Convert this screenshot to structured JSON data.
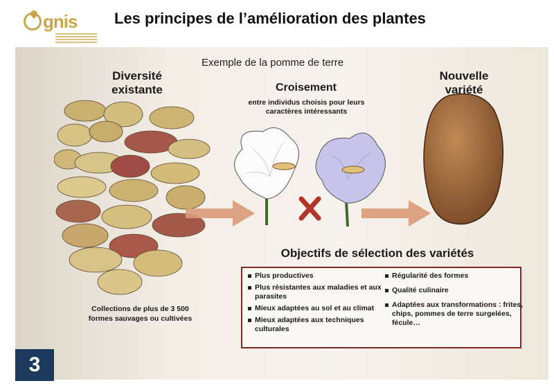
{
  "header": {
    "logo_text": "gnis",
    "title": "Les principes de l’amélioration des plantes"
  },
  "diagram": {
    "subtitle": "Exemple de la pomme de terre",
    "diversity_title": "Diversité existante",
    "crossing_title": "Croisement",
    "crossing_desc": "entre individus choisis pour leurs caractères intéressants",
    "new_variety_title": "Nouvelle variété",
    "collections_text": "Collections de plus de 3 500 formes sauvages ou cultivées"
  },
  "objectives": {
    "title": "Objectifs de sélection des variétés",
    "left": [
      "Plus productives",
      "Plus résistantes aux maladies et aux parasites",
      "Mieux adaptées au sol et au climat",
      "Mieux adaptées aux techniques culturales"
    ],
    "right": [
      "Régularité des formes",
      "Qualité culinaire",
      "Adaptées aux transformations : frites, chips, pommes de terre surgelées, fécule…"
    ]
  },
  "slide_number": "3",
  "colors": {
    "logo": "#c9a64a",
    "box_border": "#7a2a20",
    "badge": "#1b3a5c",
    "cross": "#b0362b"
  },
  "icons": [
    "potato-pile",
    "white-flower-icon",
    "violet-flower-icon",
    "cross-icon",
    "arrow-icon",
    "potato-icon"
  ]
}
